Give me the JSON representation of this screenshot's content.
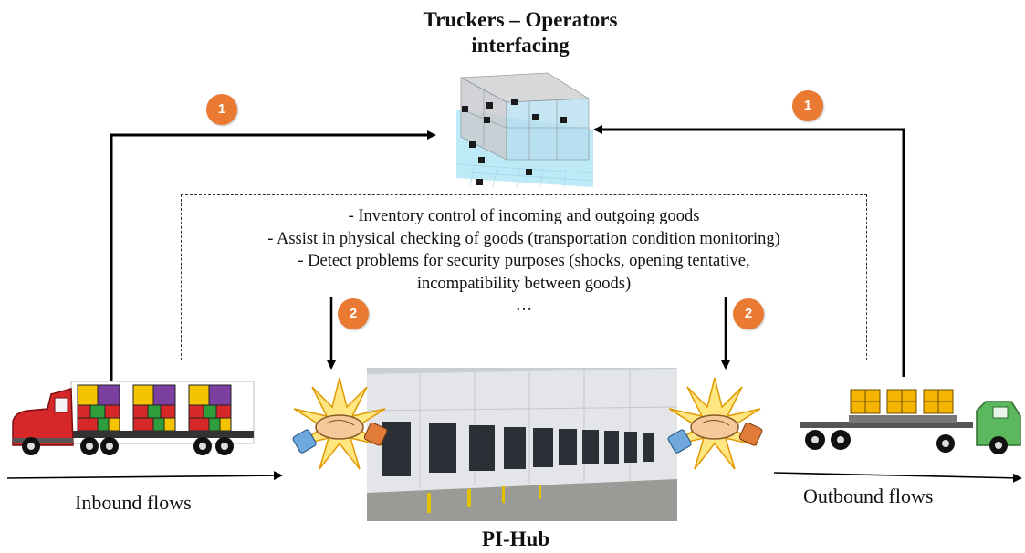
{
  "title": {
    "line1": "Truckers – Operators",
    "line2": "interfacing"
  },
  "functions": [
    "- Inventory control of incoming and outgoing goods",
    "- Assist in physical checking of goods (transportation  condition monitoring)",
    "- Detect problems for security purposes (shocks, opening tentative,",
    "incompatibility  between goods)",
    "…"
  ],
  "labels": {
    "inbound": "Inbound flows",
    "outbound": "Outbound flows",
    "hub": "PI-Hub"
  },
  "badges": {
    "step1_left": "1",
    "step1_right": "1",
    "step2_left": "2",
    "step2_right": "2"
  },
  "colors": {
    "badge": "#ea7a31",
    "arrow": "#000000",
    "truck_red": "#d62828",
    "truck_green": "#5cb85c",
    "crate_yellow": "#f5b400",
    "container_purple": "#7b3fa0"
  },
  "icons": {
    "inbound_truck": "red-semi-truck-icon",
    "outbound_truck": "green-flatbed-truck-icon",
    "handshake": "handshake-icon",
    "warehouse": "warehouse-photo",
    "grid_cube": "3d-storage-grid-icon"
  }
}
